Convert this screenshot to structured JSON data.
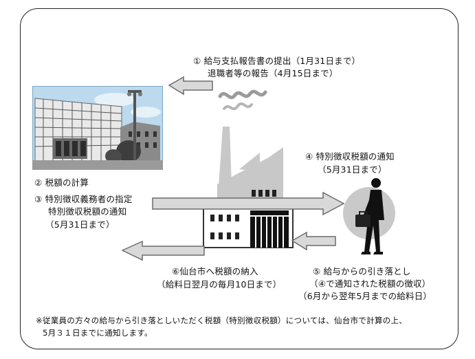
{
  "steps": {
    "step1": {
      "line1": "① 給与支払報告書の提出（1月31日まで）",
      "line2": "退職者等の報告（4月15日まで）"
    },
    "step2": {
      "line1": "② 税額の計算"
    },
    "step3": {
      "line1": "③ 特別徴収義務者の指定",
      "line2": "特別徴収税額の通知",
      "line3": "（5月31日まで）"
    },
    "step4": {
      "line1": "④ 特別徴収税額の通知",
      "line2": "（5月31日まで）"
    },
    "step5": {
      "line1": "⑤ 給与からの引き落とし",
      "line2": "（④で通知された税額の徴収）",
      "line3": "（6月から翌年5月までの給料日）"
    },
    "step6": {
      "line1": "⑥仙台市へ税額の納入",
      "line2": "（給料日翌月の毎月10日まで）"
    }
  },
  "note": {
    "line1": "※従業員の方々の給与から引き落としいただく税額（特別徴収税額）については、仙台市で計算の上、",
    "line2": "5月３１日までに通知します。"
  },
  "icons": [
    "city-hall-building-icon",
    "factory-icon",
    "businessman-icon"
  ],
  "colors": {
    "arrow_fill": "#d9d9d9",
    "arrow_stroke": "#6b6b6b",
    "factory_gray": "#c8c8c8"
  }
}
